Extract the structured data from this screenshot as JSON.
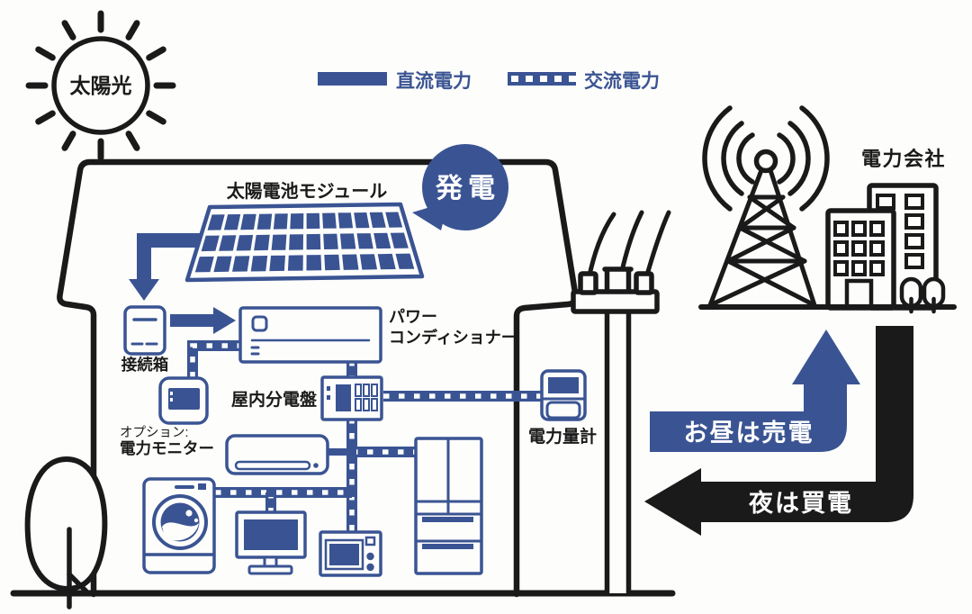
{
  "colors": {
    "blue": "#3A5493",
    "ink": "#1A1A1A",
    "bg": "#FDFDFB",
    "white": "#FFFFFF"
  },
  "sun": {
    "label": "太陽光"
  },
  "legend": {
    "dc_label": "直流電力",
    "ac_label": "交流電力"
  },
  "house": {
    "panel_label": "太陽電池モジュール",
    "generation_label": "発電",
    "junction_box_label": "接続箱",
    "power_conditioner_line1": "パワー",
    "power_conditioner_line2": "コンディショナー",
    "distribution_board_label": "屋内分電盤",
    "monitor_option_label": "オプション:",
    "monitor_label": "電力モニター"
  },
  "grid": {
    "meter_label": "電力量計",
    "power_company_label": "電力会社"
  },
  "flows": {
    "sell_day_label": "お昼は売電",
    "buy_night_label": "夜は買電"
  }
}
